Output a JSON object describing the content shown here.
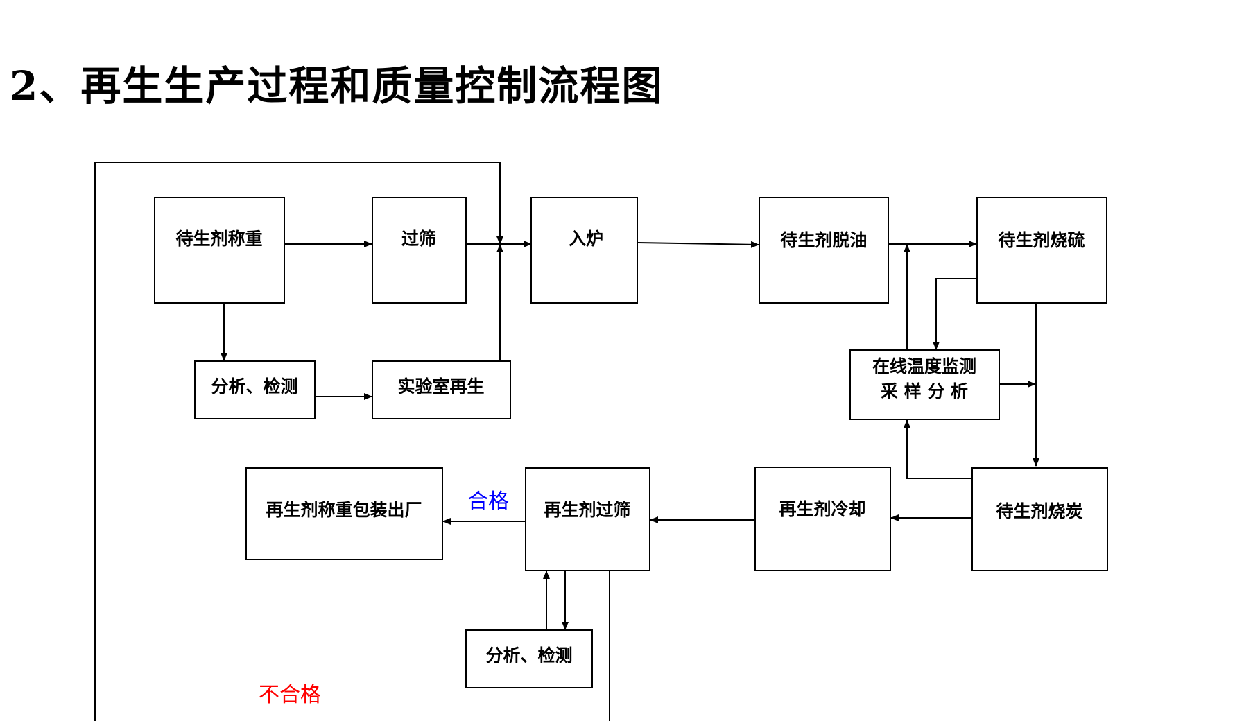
{
  "title": "2、再生生产过程和质量控制流程图",
  "nodes": {
    "weigh_spent": "待生剂称重",
    "sieve": "过筛",
    "furnace": "入炉",
    "deoil": "待生剂脱油",
    "burn_sulfur": "待生剂烧硫",
    "analysis_top": "分析、检测",
    "lab_regen": "实验室再生",
    "online_monitor_1": "在线温度监测",
    "online_monitor_2": "采 样 分 析",
    "package": "再生剂称重包装出厂",
    "regen_sieve": "再生剂过筛",
    "cool": "再生剂冷却",
    "burn_carbon": "待生剂烧炭",
    "analysis_bottom": "分析、检测"
  },
  "labels": {
    "pass": "合格",
    "fail": "不合格"
  },
  "colors": {
    "pass": "#0000ff",
    "fail": "#ff0000",
    "line": "#000000"
  }
}
